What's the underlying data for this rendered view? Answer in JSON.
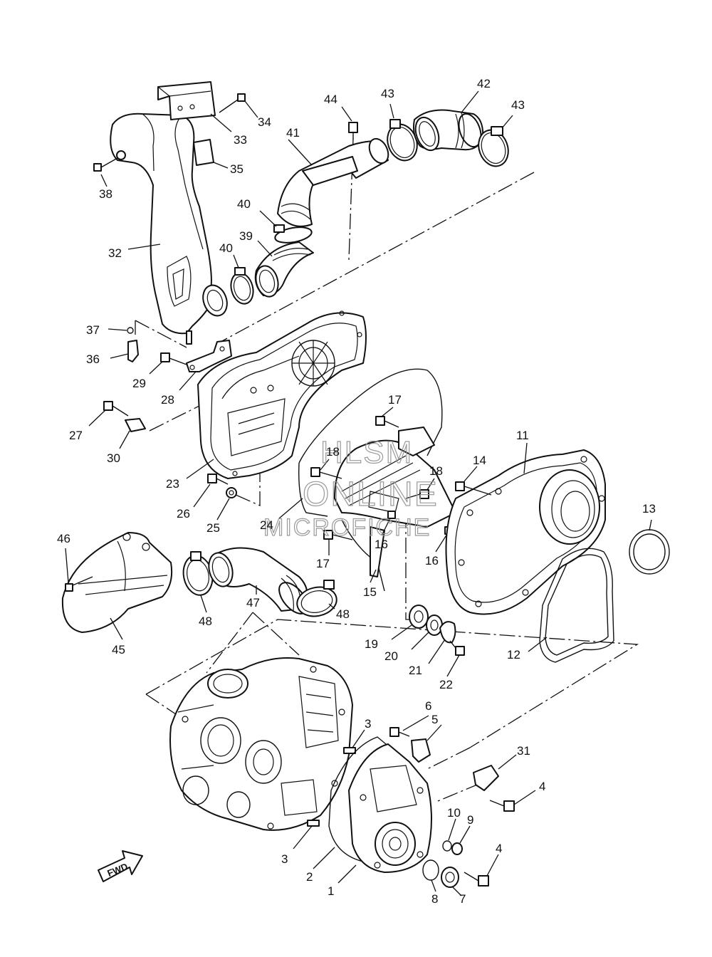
{
  "watermark": {
    "line1": "HLSM",
    "line2": "ONLINE",
    "line3": "MICROFICHE"
  },
  "fwd_label": "FWD",
  "callouts": {
    "c1": "1",
    "c2": "2",
    "c3a": "3",
    "c3b": "3",
    "c4a": "4",
    "c4b": "4",
    "c5": "5",
    "c6": "6",
    "c7": "7",
    "c8": "8",
    "c9": "9",
    "c10": "10",
    "c11": "11",
    "c12": "12",
    "c13": "13",
    "c14": "14",
    "c15": "15",
    "c16a": "16",
    "c16b": "16",
    "c17a": "17",
    "c17b": "17",
    "c18a": "18",
    "c18b": "18",
    "c19": "19",
    "c20": "20",
    "c21": "21",
    "c22": "22",
    "c23": "23",
    "c24": "24",
    "c25": "25",
    "c26": "26",
    "c27": "27",
    "c28": "28",
    "c29": "29",
    "c30": "30",
    "c31": "31",
    "c32": "32",
    "c33": "33",
    "c34": "34",
    "c35": "35",
    "c36": "36",
    "c37": "37",
    "c38": "38",
    "c39": "39",
    "c40a": "40",
    "c40b": "40",
    "c41": "41",
    "c42": "42",
    "c43a": "43",
    "c43b": "43",
    "c44": "44",
    "c45": "45",
    "c46": "46",
    "c47": "47",
    "c48a": "48",
    "c48b": "48"
  }
}
